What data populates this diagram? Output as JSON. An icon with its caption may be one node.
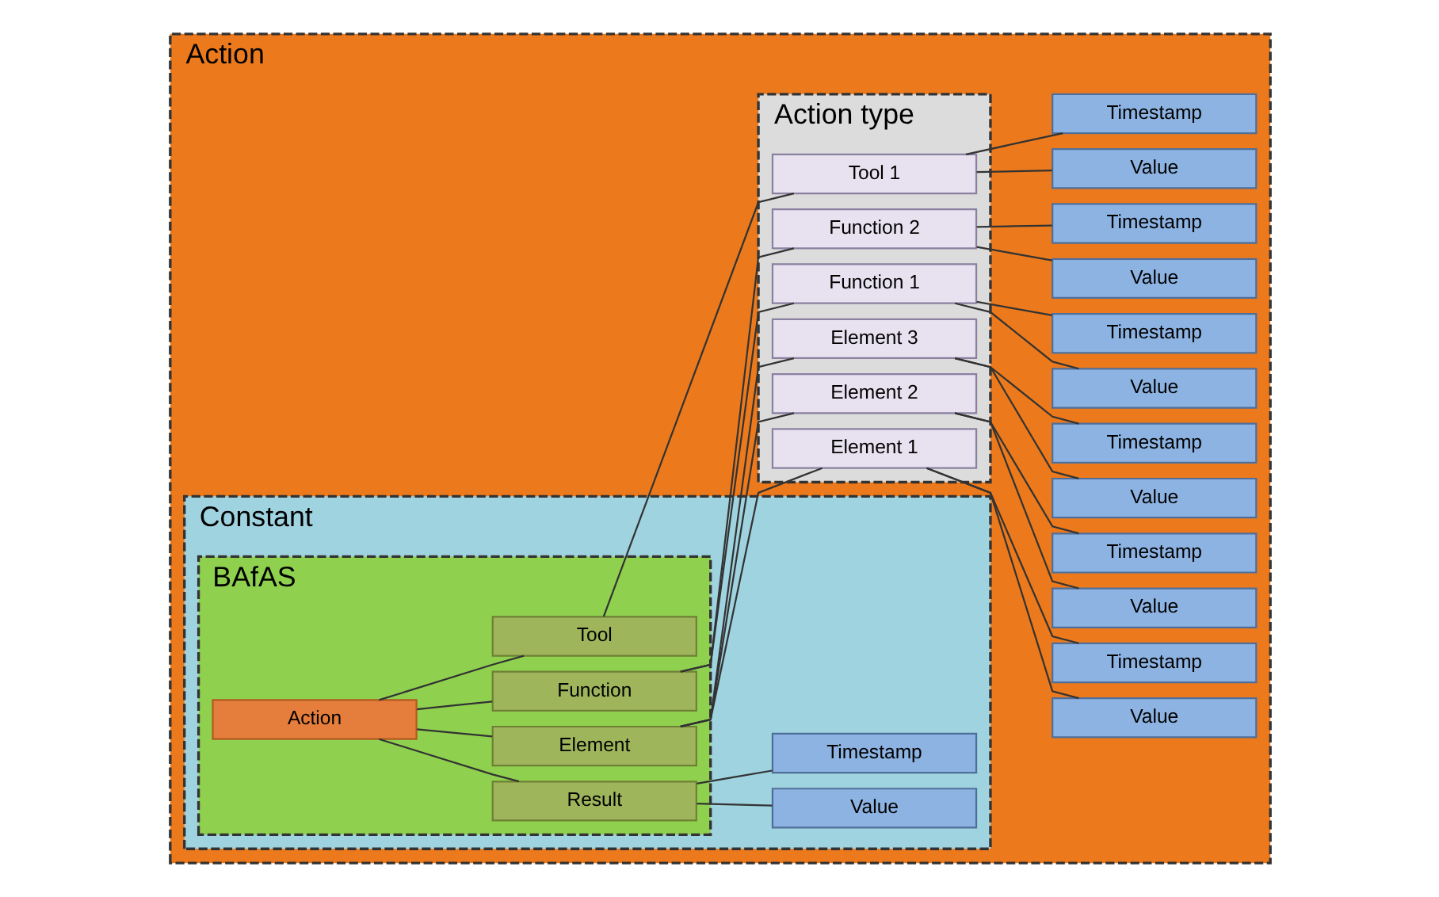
{
  "diagram": {
    "nodes": [
      {
        "text": [
          "Action"
        ]
      },
      {
        "text": [
          "Action type"
        ],
        "in": 0
      },
      {
        "text": [
          "Constant"
        ],
        "in": 0
      },
      {
        "text": [
          "BAfAS"
        ],
        "in": 2
      },
      {
        "text": [
          "Action"
        ],
        "in": 3
      },
      {
        "text": [
          "Element"
        ],
        "in": 3
      },
      {
        "text": [
          "Function"
        ],
        "in": 3
      },
      {
        "text": [
          "Tool"
        ],
        "in": 3
      },
      {
        "text": [
          "Result"
        ],
        "in": 3
      },
      {
        "text": [
          "Element 1"
        ],
        "in": 1
      },
      {
        "text": [
          "Element 2"
        ],
        "in": 1
      },
      {
        "text": [
          "Element 3"
        ],
        "in": 1
      },
      {
        "text": [
          "Function 1"
        ],
        "in": 1
      },
      {
        "text": [
          "Function 2"
        ],
        "in": 1
      },
      {
        "text": [
          "Tool 1"
        ],
        "in": 1
      },
      {
        "text": [
          "Value"
        ],
        "in": 0
      },
      {
        "text": [
          "Timestamp"
        ],
        "in": 0
      },
      {
        "text": [
          "Value"
        ],
        "in": 0
      },
      {
        "text": [
          "Timestamp"
        ],
        "in": 0
      },
      {
        "text": [
          "Value"
        ],
        "in": 0
      },
      {
        "text": [
          "Timestamp"
        ],
        "in": 0
      },
      {
        "text": [
          "Value"
        ],
        "in": 0
      },
      {
        "text": [
          "Timestamp"
        ],
        "in": 0
      },
      {
        "text": [
          "Value"
        ],
        "in": 0
      },
      {
        "text": [
          "Timestamp"
        ],
        "in": 0
      },
      {
        "text": [
          "Value"
        ],
        "in": 0
      },
      {
        "text": [
          "Timestamp"
        ],
        "in": 0
      },
      {
        "text": [
          "Value"
        ],
        "in": 2
      },
      {
        "text": [
          "Timestamp"
        ],
        "in": 2
      }
    ],
    "edges": [
      {
        "from": 4,
        "to": 5,
        "arrow": "none"
      },
      {
        "from": 4,
        "to": 6,
        "arrow": "none"
      },
      {
        "from": 4,
        "to": 7,
        "arrow": "none"
      },
      {
        "from": 4,
        "to": 8,
        "arrow": "none"
      },
      {
        "from": 5,
        "to": 9,
        "arrow": "none"
      },
      {
        "from": 5,
        "to": 10,
        "arrow": "none"
      },
      {
        "from": 5,
        "to": 11,
        "arrow": "none"
      },
      {
        "from": 6,
        "to": 12,
        "arrow": "none"
      },
      {
        "from": 6,
        "to": 13,
        "arrow": "none"
      },
      {
        "from": 7,
        "to": 14,
        "arrow": "none"
      },
      {
        "from": 8,
        "to": 27,
        "arrow": "none"
      },
      {
        "from": 8,
        "to": 28,
        "arrow": "none"
      },
      {
        "from": 9,
        "to": 15,
        "arrow": "none"
      },
      {
        "from": 9,
        "to": 16,
        "arrow": "none"
      },
      {
        "from": 10,
        "to": 17,
        "arrow": "none"
      },
      {
        "from": 10,
        "to": 18,
        "arrow": "none"
      },
      {
        "from": 11,
        "to": 19,
        "arrow": "none"
      },
      {
        "from": 11,
        "to": 20,
        "arrow": "none"
      },
      {
        "from": 12,
        "to": 21,
        "arrow": "none"
      },
      {
        "from": 12,
        "to": 22,
        "arrow": "none"
      },
      {
        "from": 13,
        "to": 23,
        "arrow": "none"
      },
      {
        "from": 13,
        "to": 24,
        "arrow": "none"
      },
      {
        "from": 14,
        "to": 25,
        "arrow": "none"
      },
      {
        "from": 14,
        "to": 26,
        "arrow": "none"
      }
    ]
  }
}
